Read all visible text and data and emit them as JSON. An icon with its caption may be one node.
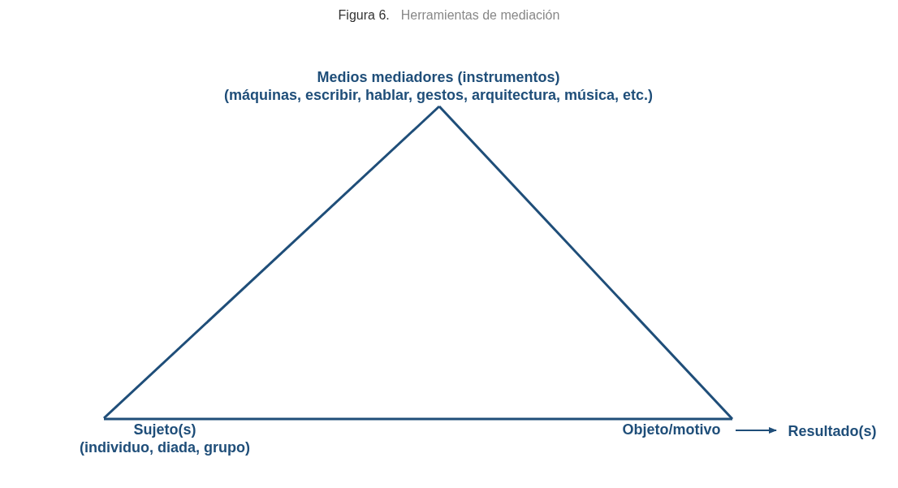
{
  "diagram": {
    "title": "Herramientas de mediación",
    "nodes": [
      {
        "text": [
          "Medios mediadores (instrumentos)",
          "(máquinas, escribir, hablar, gestos, arquitectura, música, etc.)"
        ]
      },
      {
        "text": [
          "Sujeto(s)",
          "(individuo, diada, grupo)"
        ]
      },
      {
        "text": [
          "Objeto/motivo"
        ]
      },
      {
        "text": [
          "Resultado(s)"
        ]
      }
    ],
    "edges": [
      {
        "from": 0,
        "to": 1,
        "arrow": "none"
      },
      {
        "from": 0,
        "to": 2,
        "arrow": "none"
      },
      {
        "from": 1,
        "to": 2,
        "arrow": "none"
      },
      {
        "from": 2,
        "to": 3,
        "arrow": "to"
      }
    ],
    "labels": [
      "Figura 6."
    ]
  }
}
